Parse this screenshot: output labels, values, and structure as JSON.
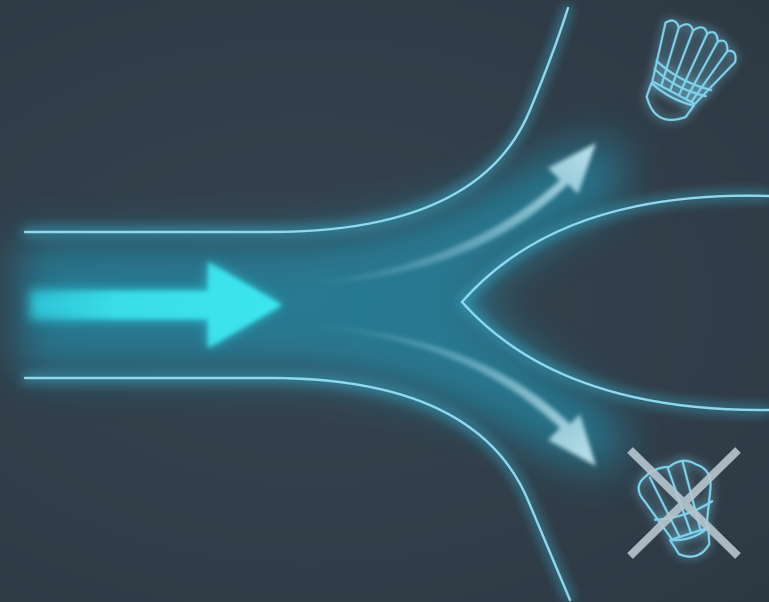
{
  "diagram": {
    "type": "flow-split",
    "input": {
      "icon": "arrow-right-icon"
    },
    "branches": [
      {
        "direction": "up-right",
        "outcome_icon": "shuttlecock-icon",
        "outcome": "valid"
      },
      {
        "direction": "down-right",
        "outcome_icon": "shuttlecock-crossed-icon",
        "outcome": "rejected"
      }
    ],
    "colors": {
      "background": "#323f4a",
      "channel_line": "#8fd8ee",
      "glow": "#2fb6d9",
      "main_arrow": "#3de6ef",
      "branch_arrow": "#a9dcea",
      "icon_stroke": "#7fd3ee",
      "cross_mark": "#b7c6cf"
    }
  }
}
